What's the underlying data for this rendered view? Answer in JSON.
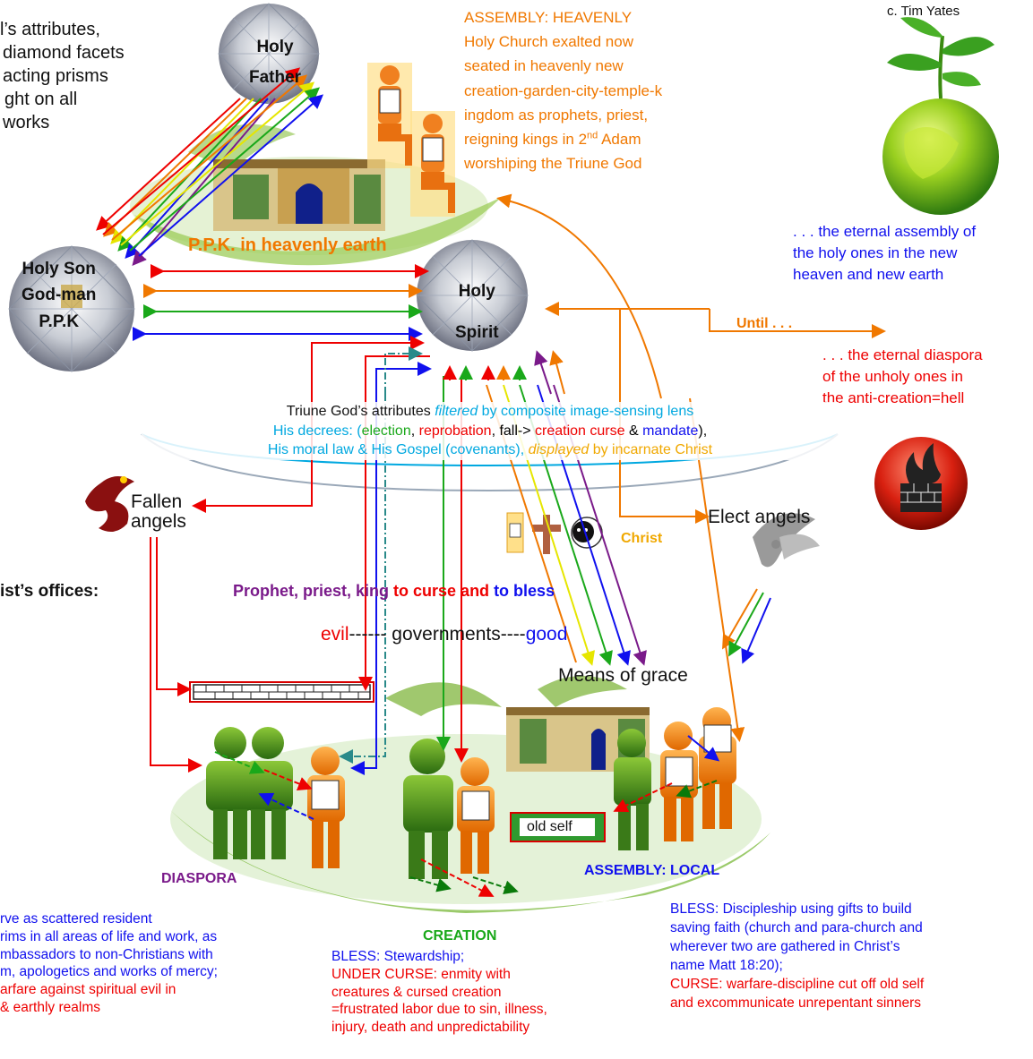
{
  "copyright": "c. Tim Yates",
  "attributes_note": [
    "l’s attributes,",
    "diamond facets",
    "acting prisms",
    "ght on all",
    "works"
  ],
  "heavenly_assembly": {
    "heading": "ASSEMBLY: HEAVENLY",
    "lines": [
      "Holy Church exalted now",
      "seated in heavenly new",
      "creation-garden-city-temple-k",
      "ingdom as prophets, priest,",
      "reigning kings in 2nd Adam",
      "worshiping the Triune God"
    ]
  },
  "trinity": {
    "father": [
      "Holy",
      "Father"
    ],
    "son": [
      "Holy Son",
      "God-man",
      "P.P.K"
    ],
    "spirit": [
      "Holy",
      "Spirit"
    ]
  },
  "ppk_heavenly": "P.P.K. in heavenly earth",
  "eternal_assembly": [
    ". . . the eternal assembly of",
    "the holy ones in the new",
    "heaven and new earth"
  ],
  "until": "Until . . .",
  "eternal_diaspora": [
    ". . . the eternal diaspora",
    "of the unholy ones in",
    "the anti-creation=hell"
  ],
  "lens": {
    "line1_a": "Triune God’s attributes ",
    "line1_b": "filtered",
    "line1_c": " by composite image-sensing lens",
    "line2_a": "His decrees: (",
    "line2_b": "election",
    "line2_c": ", ",
    "line2_d": "reprobation",
    "line2_e": ", fall-> ",
    "line2_f": "creation curse",
    "line2_g": " & ",
    "line2_h": "mandate",
    "line2_i": "),",
    "line3_a": "His moral law & His Gospel (covenants), ",
    "line3_b": "displayed",
    "line3_c": " by incarnate Christ"
  },
  "fallen_angels": [
    "Fallen",
    "angels"
  ],
  "elect_angels": "Elect angels",
  "christ_label": "Christ",
  "offices_label": "ist’s offices:",
  "ppk_curse_bless": {
    "a": "Prophet, priest, king ",
    "b": "to curse and ",
    "c": "to bless"
  },
  "governments": {
    "evil": "evil",
    "middle": "------ governments----",
    "good": "good"
  },
  "means_of_grace": "Means of grace",
  "old_self": "old self",
  "diaspora_label": "DIASPORA",
  "creation_label": "CREATION",
  "local_assembly_label": "ASSEMBLY: LOCAL",
  "diaspora_text": {
    "blue": [
      "rve as scattered resident",
      "rims in all areas of life and work, as",
      "mbassadors to non-Christians with",
      "m, apologetics and works of mercy;"
    ],
    "red": [
      "arfare against spiritual evil in",
      "& earthly realms"
    ]
  },
  "creation_text": {
    "blue": [
      "BLESS: Stewardship;"
    ],
    "red": [
      "UNDER CURSE: enmity with",
      "creatures & cursed creation",
      "=frustrated labor due to sin, illness,",
      "injury, death and unpredictability"
    ]
  },
  "local_text": {
    "blue": [
      "BLESS: Discipleship using gifts to build",
      "saving faith (church and para-church and",
      "wherever two are gathered in Christ’s",
      "name Matt 18:20);"
    ],
    "red": [
      "CURSE: warfare-discipline cut off old self",
      "and excommunicate unrepentant sinners"
    ]
  },
  "colors": {
    "orange": "#f07800",
    "blue": "#1010ee",
    "red": "#ee0000",
    "green": "#1aa81a",
    "purple": "#7a1a8a",
    "cyan": "#00a8e0",
    "gold": "#f0a800"
  }
}
